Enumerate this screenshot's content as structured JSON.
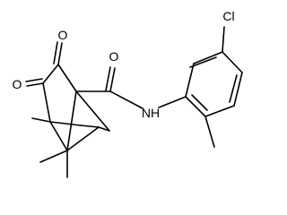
{
  "molecule": {
    "atoms": {
      "chlorine": "Cl",
      "amide_oxygen": "O",
      "ketone_oxygen_upper": "O",
      "ketone_oxygen_left": "O",
      "amide_nitrogen": "NH"
    }
  }
}
